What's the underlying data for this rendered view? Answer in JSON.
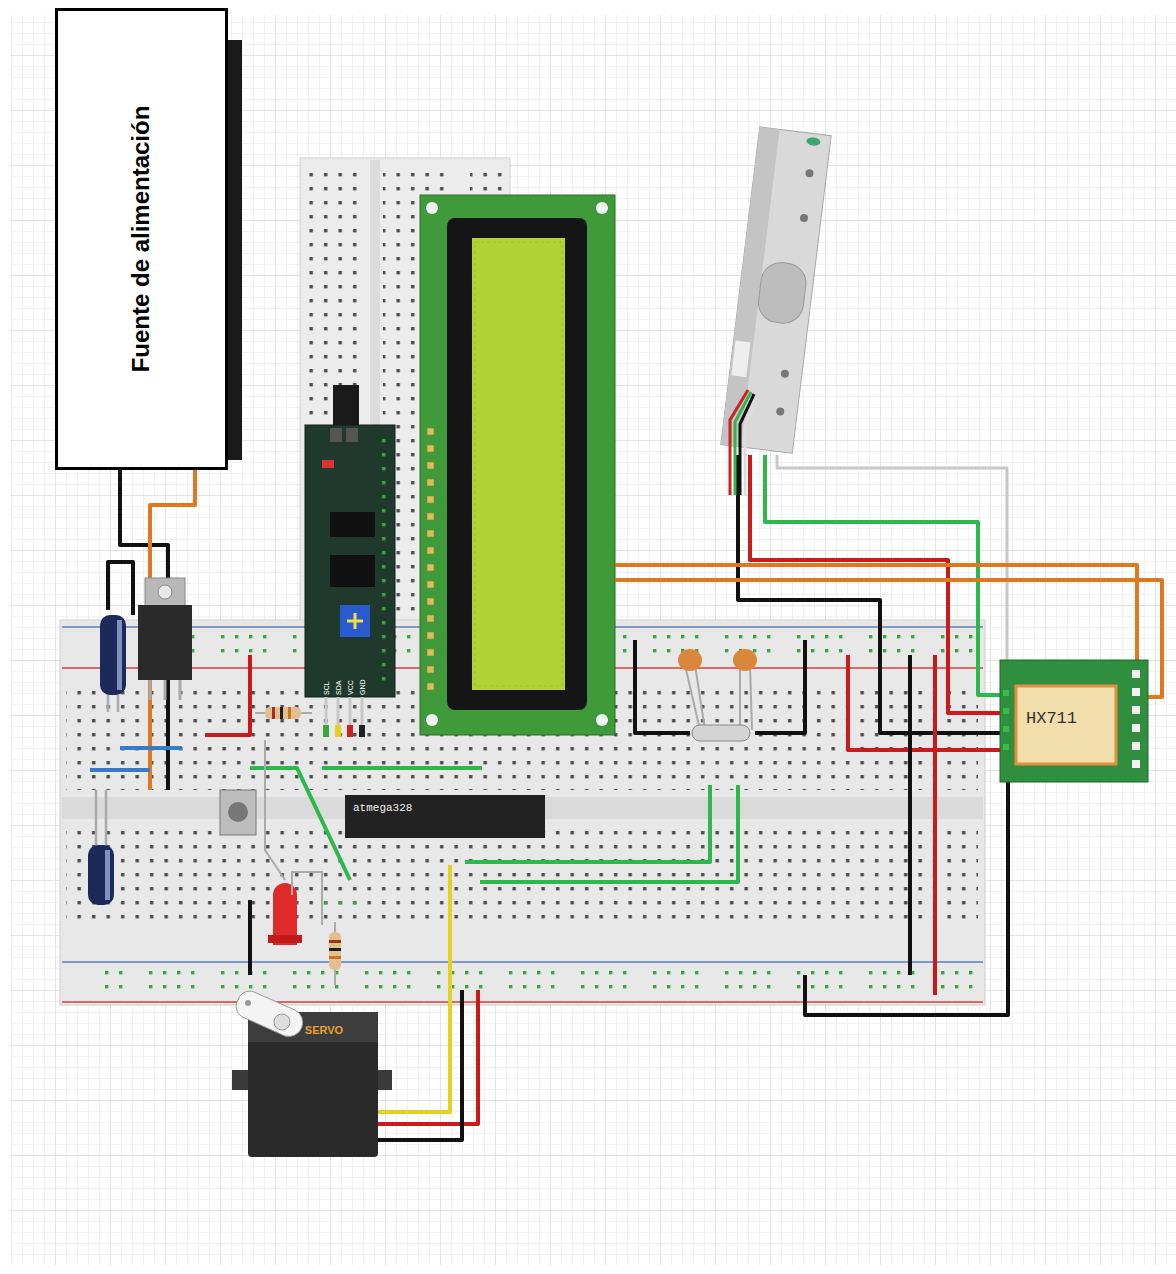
{
  "diagram": {
    "nodes": [
      {
        "text": [
          "Fuente de alimentación"
        ]
      },
      {
        "text": [
          "HX711"
        ]
      },
      {
        "text": [
          "atmega328"
        ]
      },
      {
        "text": [
          "SERVO"
        ]
      }
    ],
    "labels": [
      "SCL",
      "SDA",
      "VCC",
      "GND"
    ]
  }
}
